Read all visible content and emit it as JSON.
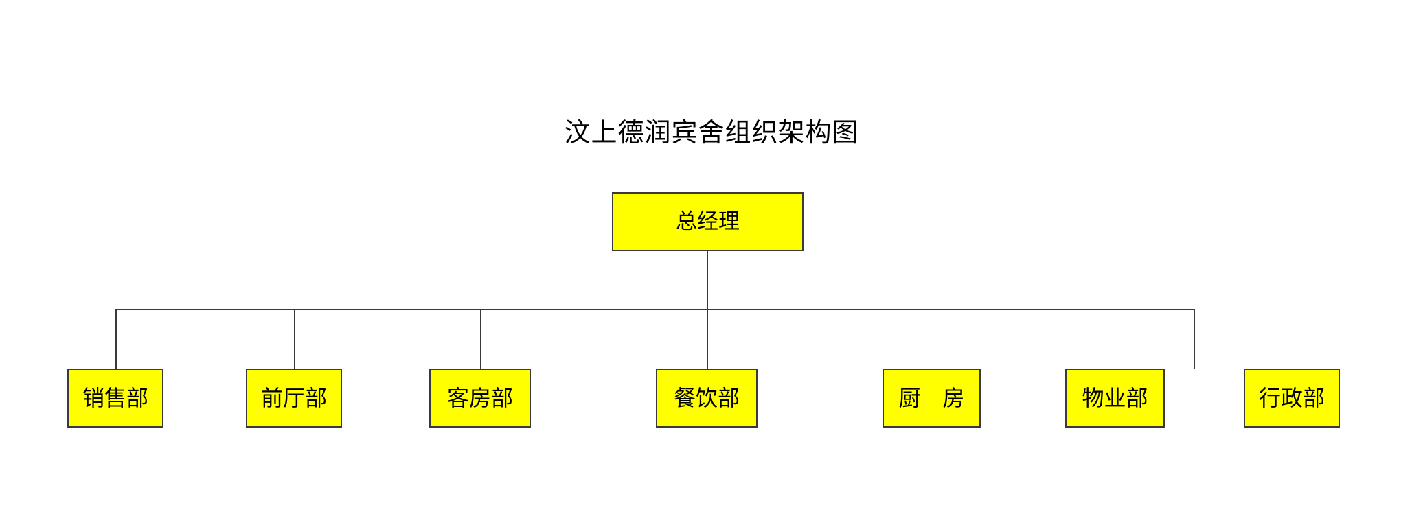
{
  "document": {
    "title": "汶上德润宾舍组织架构图"
  },
  "colors": {
    "node_fill": "#FFFF00",
    "node_border": "#3A3A3A",
    "connector": "#3A3A3A",
    "background": "#FFFFFF",
    "text": "#000000"
  },
  "chart_data": {
    "type": "diagram",
    "diagram_kind": "organization-chart",
    "title": "汶上德润宾舍组织架构图",
    "orientation": "top-down",
    "levels": 2,
    "root": {
      "id": "general-manager",
      "label": "总经理",
      "level": 0
    },
    "children": [
      {
        "id": "sales-department",
        "label": "销售部",
        "level": 1,
        "connected_to_bus": true
      },
      {
        "id": "front-office-department",
        "label": "前厅部",
        "level": 1,
        "connected_to_bus": true
      },
      {
        "id": "housekeeping-department",
        "label": "客房部",
        "level": 1,
        "connected_to_bus": true
      },
      {
        "id": "food-beverage-department",
        "label": "餐饮部",
        "level": 1,
        "connected_to_bus": true
      },
      {
        "id": "kitchen",
        "label": "厨　房",
        "level": 1,
        "connected_to_bus": false
      },
      {
        "id": "property-department",
        "label": "物业部",
        "level": 1,
        "connected_to_bus": false
      },
      {
        "id": "administration-department",
        "label": "行政部",
        "level": 1,
        "connected_to_bus": true
      }
    ],
    "edges": [
      {
        "from": "general-manager",
        "to": "sales-department"
      },
      {
        "from": "general-manager",
        "to": "front-office-department"
      },
      {
        "from": "general-manager",
        "to": "housekeeping-department"
      },
      {
        "from": "general-manager",
        "to": "food-beverage-department"
      },
      {
        "from": "general-manager",
        "to": "administration-department"
      }
    ]
  }
}
